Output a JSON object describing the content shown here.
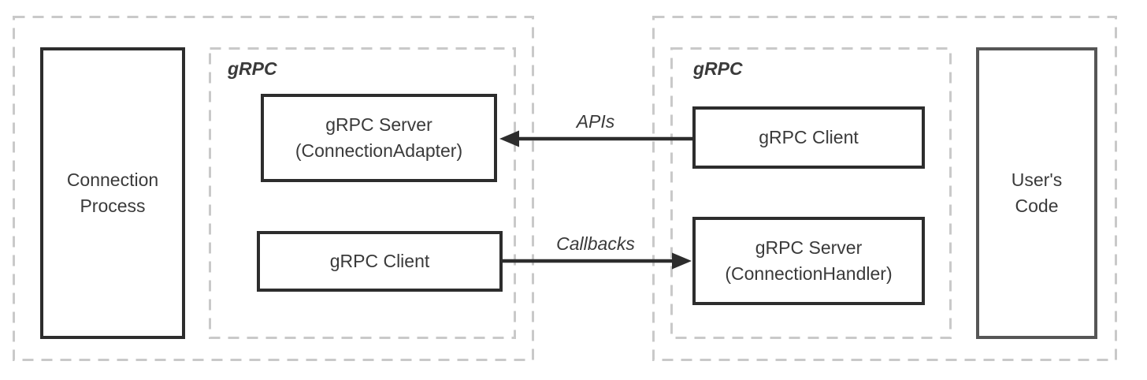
{
  "colors": {
    "background": "#ffffff",
    "dashed_border": "#c9c9c9",
    "box_border": "#2d2d2d",
    "box_border_light": "#565656",
    "text": "#3a3a3a",
    "arrow": "#2d2d2d"
  },
  "groups": {
    "left_grpc": {
      "label": "gRPC"
    },
    "right_grpc": {
      "label": "gRPC"
    }
  },
  "nodes": {
    "connection_process": {
      "line1": "Connection",
      "line2": "Process"
    },
    "server_adapter": {
      "line1": "gRPC Server",
      "line2": "(ConnectionAdapter)"
    },
    "client_left": {
      "label": "gRPC Client"
    },
    "client_right": {
      "label": "gRPC Client"
    },
    "server_handler": {
      "line1": "gRPC Server",
      "line2": "(ConnectionHandler)"
    },
    "users_code": {
      "line1": "User's",
      "line2": "Code"
    }
  },
  "arrows": {
    "apis": {
      "label": "APIs",
      "direction": "left"
    },
    "callbacks": {
      "label": "Callbacks",
      "direction": "right"
    }
  }
}
